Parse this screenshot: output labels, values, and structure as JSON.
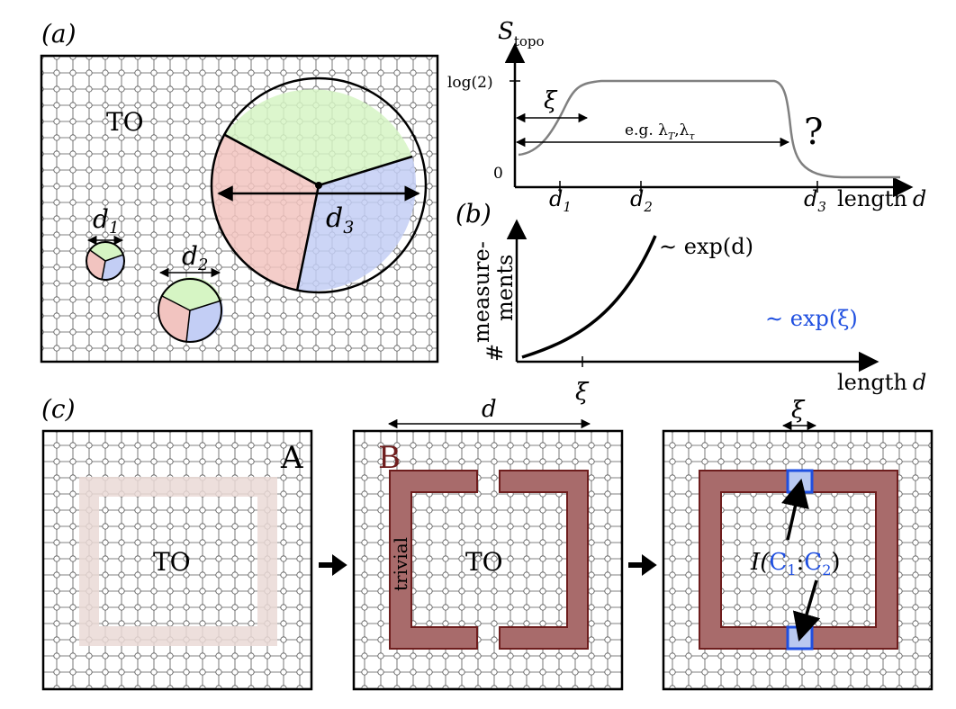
{
  "panel_a": {
    "label": "(a)",
    "region_label": "TO",
    "disk_labels": {
      "d1": "d",
      "d1_sub": "1",
      "d2": "d",
      "d2_sub": "2",
      "d3": "d",
      "d3_sub": "3"
    },
    "colors": {
      "green": "#d6f5c4",
      "red": "#f2c4c0",
      "blue": "#c3cef5"
    }
  },
  "panel_a_plot": {
    "ylabel": "S",
    "ylabel_sub": "topo",
    "ytick_top": "log(2)",
    "ytick_zero": "0",
    "xi": "ξ",
    "eg_label": "e.g. λ",
    "eg_sub1": "T",
    "eg_sep": ",λ",
    "eg_sub2": "τ",
    "question": "?",
    "x_ticks": [
      {
        "name": "d",
        "sub": "1"
      },
      {
        "name": "d",
        "sub": "2"
      },
      {
        "name": "d",
        "sub": "3"
      }
    ],
    "xlabel": "length",
    "xlabel_var": "d"
  },
  "panel_b": {
    "label": "(b)",
    "ylabel_hash": "#",
    "ylabel_line1": "measure-",
    "ylabel_line2": "ments",
    "curve_label": "∼ exp(d)",
    "flat_label": "∼ exp(ξ)",
    "xtick": "ξ",
    "xlabel": "length",
    "xlabel_var": "d",
    "flat_color": "#1f4fe0"
  },
  "panel_c": {
    "label": "(c)",
    "step_A": {
      "corner": "A",
      "center": "TO"
    },
    "step_B": {
      "corner": "B",
      "center": "TO",
      "side": "trivial",
      "width_label": "d"
    },
    "step_C": {
      "xi_label": "ξ",
      "mi_prefix": "I(",
      "c1": "C",
      "c1_sub": "1",
      "colon": ":",
      "c2": "C",
      "c2_sub": "2",
      "mi_suffix": ")"
    },
    "colors": {
      "brown": "#a86b6b",
      "brown_edge": "#6e1d1d",
      "faint": "#ead9d6",
      "blue": "#1f4fe0",
      "blue_fill": "#b9c9f0"
    }
  }
}
